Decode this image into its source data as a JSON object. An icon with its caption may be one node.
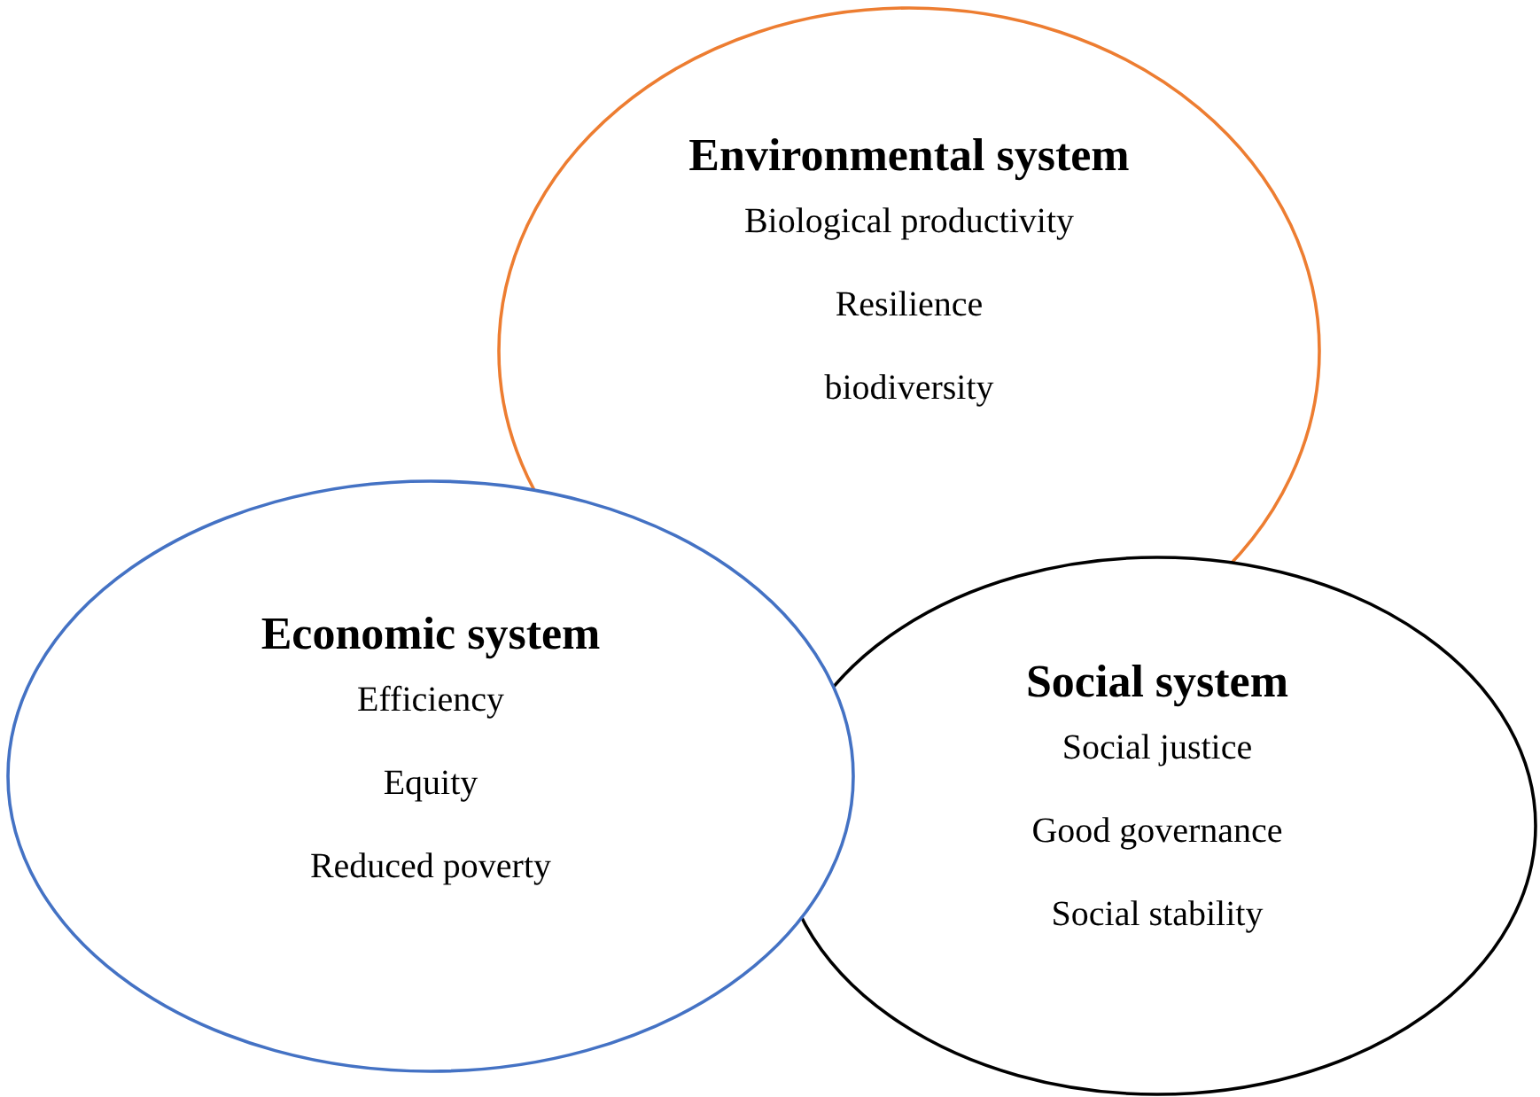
{
  "diagram": {
    "nodes": [
      {
        "text": [
          "Environmental system",
          "Biological productivity",
          "Resilience",
          "biodiversity"
        ]
      },
      {
        "text": [
          "Economic system",
          "Efficiency",
          "Equity",
          "Reduced poverty"
        ]
      },
      {
        "text": [
          "Social system",
          "Social justice",
          "Good governance",
          "Social stability"
        ]
      }
    ]
  }
}
